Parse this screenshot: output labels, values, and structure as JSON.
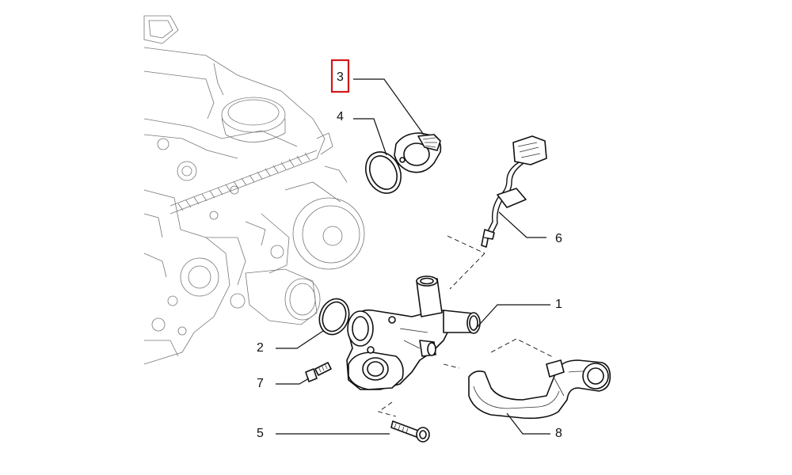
{
  "callouts": {
    "c1": "1",
    "c2": "2",
    "c3": "3",
    "c4": "4",
    "c5": "5",
    "c6": "6",
    "c7": "7",
    "c8": "8"
  },
  "highlighted_callout": "3",
  "highlight_color": "#d0191b",
  "line_color": "#111111"
}
